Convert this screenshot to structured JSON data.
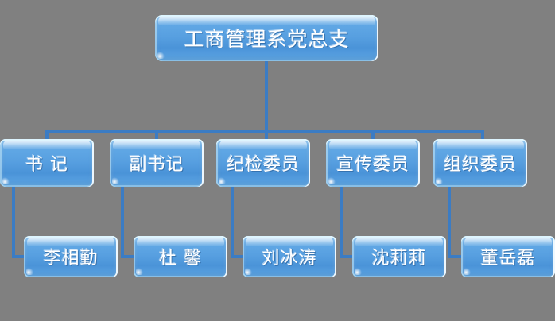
{
  "chart_data": {
    "type": "diagram",
    "title": "工商管理系党总支",
    "diagram_kind": "organization-chart",
    "background_color": "#808080",
    "node_color": "#57a0e0",
    "connector_color": "#3b7cc4",
    "text_color": "#ffffff",
    "root": {
      "label": "工商管理系党总支"
    },
    "roles": [
      {
        "label": "书 记"
      },
      {
        "label": "副书记"
      },
      {
        "label": "纪检委员"
      },
      {
        "label": "宣传委员"
      },
      {
        "label": "组织委员"
      }
    ],
    "names": [
      {
        "label": "李相勤"
      },
      {
        "label": "杜 馨"
      },
      {
        "label": "刘冰涛"
      },
      {
        "label": "沈莉莉"
      },
      {
        "label": "董岳磊"
      }
    ],
    "edges": [
      {
        "from": "工商管理系党总支",
        "to": "书 记"
      },
      {
        "from": "工商管理系党总支",
        "to": "副书记"
      },
      {
        "from": "工商管理系党总支",
        "to": "纪检委员"
      },
      {
        "from": "工商管理系党总支",
        "to": "宣传委员"
      },
      {
        "from": "工商管理系党总支",
        "to": "组织委员"
      },
      {
        "from": "书 记",
        "to": "李相勤"
      },
      {
        "from": "副书记",
        "to": "杜 馨"
      },
      {
        "from": "纪检委员",
        "to": "刘冰涛"
      },
      {
        "from": "宣传委员",
        "to": "沈莉莉"
      },
      {
        "from": "组织委员",
        "to": "董岳磊"
      }
    ]
  }
}
